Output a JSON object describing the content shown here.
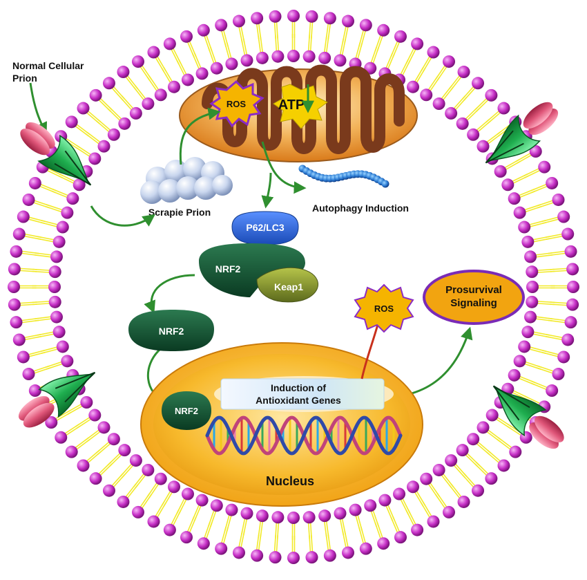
{
  "labels": {
    "normal_prion_line1": "Normal Cellular",
    "normal_prion_line2": "Prion",
    "ros_mito": "ROS",
    "atp": "ATP",
    "scrapie_prion": "Scrapie Prion",
    "autophagy": "Autophagy Induction",
    "p62lc3": "P62/LC3",
    "nrf2_complex": "NRF2",
    "keap1": "Keap1",
    "nrf2_free": "NRF2",
    "nrf2_nucleus": "NRF2",
    "ros_right": "ROS",
    "prosurvival_line1": "Prosurvival",
    "prosurvival_line2": "Signaling",
    "induction_line1": "Induction of",
    "induction_line2": "Antioxidant Genes",
    "nucleus": "Nucleus"
  },
  "colors": {
    "lipid_head": "#c62fc6",
    "lipid_tail": "#f2ea2a",
    "arrow": "#2f8f2f",
    "mito_outer": "#e8a64a",
    "mito_cristae": "#7a3a1c",
    "nucleus_fill": "#f3a81c",
    "nrf2_dark": "#0f4f2f",
    "keap1": "#8a9a30",
    "p62lc3": "#2a63d6",
    "ros_star": "#f5b400",
    "ros_star_border": "#8a2bc6",
    "inhibit": "#c8301c",
    "receptor_green": "#1fae4f",
    "receptor_pink": "#e0577a"
  }
}
